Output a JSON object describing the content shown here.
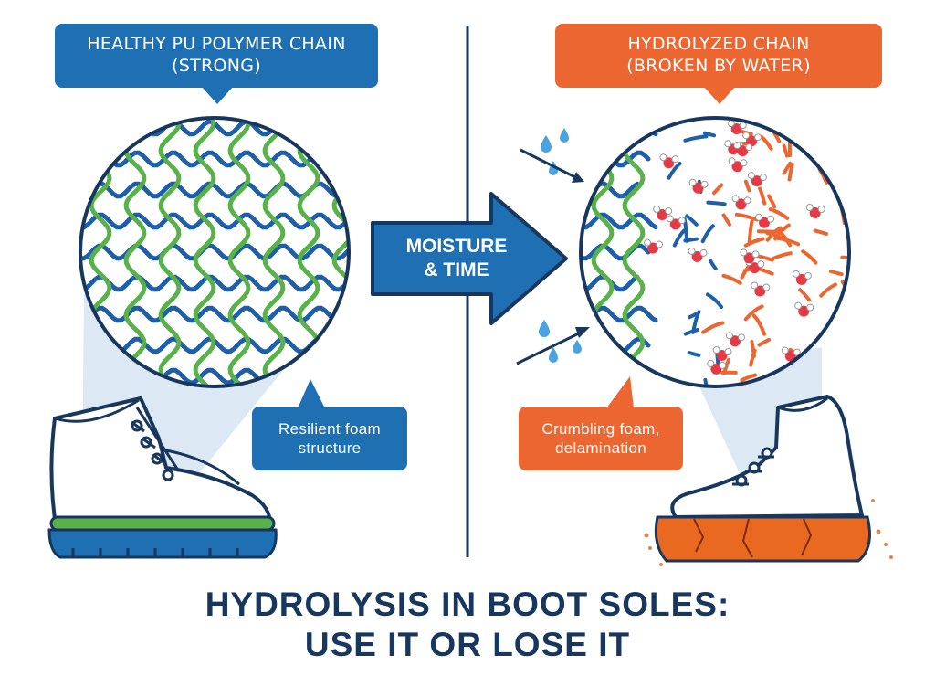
{
  "left_panel": {
    "title_lines": [
      "HEALTHY PU POLYMER CHAIN",
      "(STRONG)"
    ],
    "caption_lines": [
      "Resilient foam",
      "structure"
    ]
  },
  "right_panel": {
    "title_lines": [
      "HYDROLYZED CHAIN",
      "(BROKEN BY WATER)"
    ],
    "caption_lines": [
      "Crumbling foam,",
      "delamination"
    ]
  },
  "center_arrow": {
    "label_lines": [
      "MOISTURE",
      "& TIME"
    ]
  },
  "title": {
    "lines": [
      "HYDROLYSIS IN BOOT SOLES:",
      "USE IT OR LOSE IT"
    ]
  },
  "colors": {
    "healthy_blue": "#1f6fb3",
    "chain_blue": "#1d5fa8",
    "chain_green": "#59b14a",
    "broken_orange": "#eb6630",
    "water_red": "#e63946",
    "navy": "#17375e",
    "sole_orange": "#e8691f"
  },
  "icons": [
    "water-drop-icon",
    "water-molecule-icon",
    "boot-icon",
    "arrow-icon"
  ]
}
